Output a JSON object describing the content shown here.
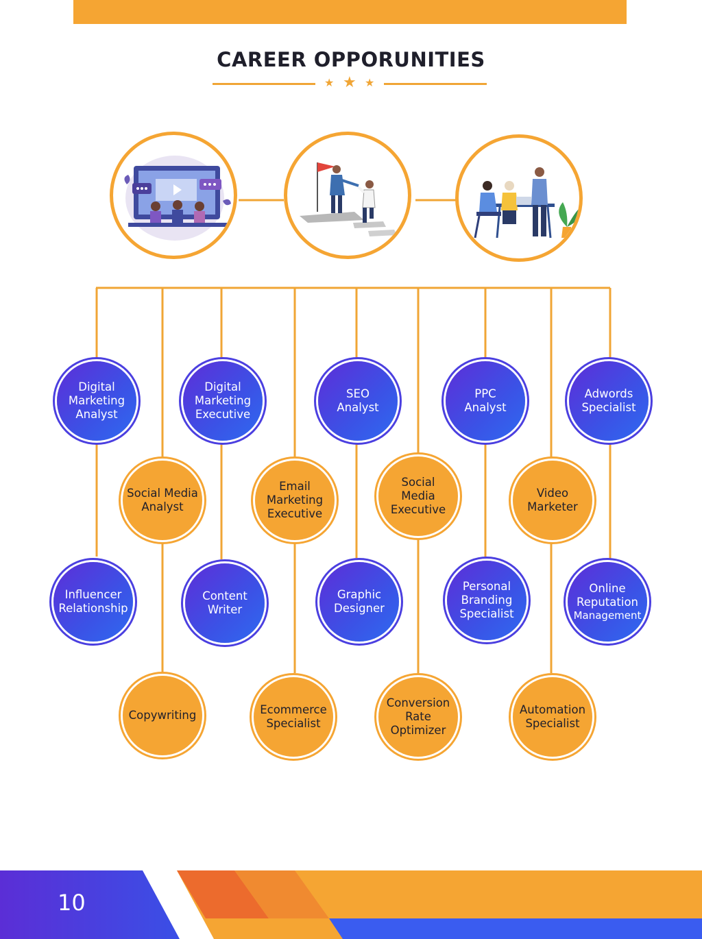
{
  "header": {
    "title": "CAREER OPPORUNITIES"
  },
  "colors": {
    "orange": "#f5a533",
    "blue_start": "#5d2ed8",
    "blue_end": "#2f6af0",
    "footer_red": "#ec6b2d"
  },
  "illustrations": [
    "online-classroom-illustration",
    "career-climb-handshake-illustration",
    "team-meeting-illustration"
  ],
  "careers": {
    "digital_marketing_analyst": [
      "Digital",
      "Marketing",
      "Analyst"
    ],
    "digital_marketing_executive": [
      "Digital",
      "Marketing",
      "Executive"
    ],
    "seo_analyst": [
      "SEO",
      "Analyst"
    ],
    "ppc_analyst": [
      "PPC",
      "Analyst"
    ],
    "adwords_specialist": [
      "Adwords",
      "Specialist"
    ],
    "social_media_analyst": [
      "Social Media",
      "Analyst"
    ],
    "email_marketing_executive": [
      "Email",
      "Marketing",
      "Executive"
    ],
    "social_media_executive": [
      "Social",
      "Media",
      "Executive"
    ],
    "video_marketer": [
      "Video",
      "Marketer"
    ],
    "influencer_relationship": [
      "Influencer",
      "Relationship"
    ],
    "content_writer": [
      "Content",
      "Writer"
    ],
    "graphic_designer": [
      "Graphic",
      "Designer"
    ],
    "personal_branding_specialist": [
      "Personal",
      "Branding",
      "Specialist"
    ],
    "online_reputation_management": [
      "Online",
      "Reputation",
      "Management"
    ],
    "copywriting": [
      "Copywriting"
    ],
    "ecommerce_specialist": [
      "Ecommerce",
      "Specialist"
    ],
    "conversion_rate_optimizer": [
      "Conversion",
      "Rate",
      "Optimizer"
    ],
    "automation_specialist": [
      "Automation",
      "Specialist"
    ]
  },
  "footer": {
    "page_number": "10"
  }
}
